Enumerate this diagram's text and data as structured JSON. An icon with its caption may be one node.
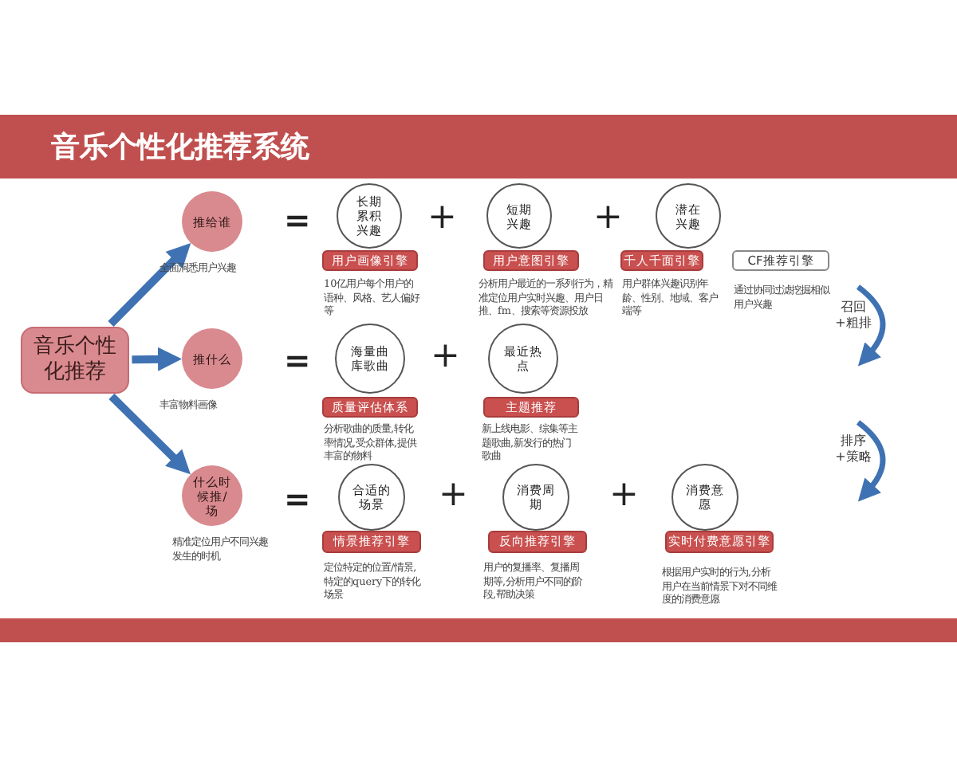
{
  "diagram": {
    "title": "音乐个性化推荐系统",
    "nodes": [
      {
        "text": [
          "音乐个性化推荐"
        ]
      },
      {
        "text": [
          "推给谁"
        ],
        "beside": [
          "全面洞悉用户兴趣"
        ]
      },
      {
        "text": [
          "长期累积兴趣"
        ]
      },
      {
        "text": [
          "短期兴趣"
        ]
      },
      {
        "text": [
          "潜在兴趣"
        ]
      },
      {
        "text": [
          "用户画像引擎"
        ]
      },
      {
        "text": [
          "用户意图引擎"
        ]
      },
      {
        "text": [
          "千人千面引擎"
        ]
      },
      {
        "text": [
          "CF推荐引擎"
        ]
      },
      {
        "text": [
          "推什么"
        ],
        "beside": [
          "丰富物料画像"
        ]
      },
      {
        "text": [
          "海量曲库歌曲"
        ]
      },
      {
        "text": [
          "最近热点"
        ]
      },
      {
        "text": [
          "质量评估体系"
        ]
      },
      {
        "text": [
          "主题推荐"
        ]
      },
      {
        "text": [
          "什么时候推/场"
        ],
        "beside": [
          "精准定位用户不同兴趣发生的时机"
        ]
      },
      {
        "text": [
          "合适的场景"
        ]
      },
      {
        "text": [
          "消费周期"
        ]
      },
      {
        "text": [
          "消费意愿"
        ]
      },
      {
        "text": [
          "情景推荐引擎"
        ]
      },
      {
        "text": [
          "反向推荐引擎"
        ]
      },
      {
        "text": [
          "实时付费意愿引擎"
        ]
      }
    ],
    "edges": [
      {
        "from": 0,
        "to": 1,
        "arrow": "to"
      },
      {
        "from": 0,
        "to": 9,
        "arrow": "to"
      },
      {
        "from": 0,
        "to": 14,
        "arrow": "to"
      }
    ],
    "labels": [
      "=",
      "+",
      "+",
      "10亿用户每个用户的语种、风格、艺人偏好等",
      "分析用户最近的一系列行为，精准定位用户实时兴趣、用户日推、fm、搜索等资源投放",
      "用户群体兴趣识别年龄、性别、地域、客户端等",
      "通过协同过滤挖掘相似用户兴趣",
      "召回+粗排",
      "=",
      "+",
      "分析歌曲的质量,转化率情况,受众群体,提供丰富的物料",
      "新上线电影、综集等主题歌曲,新发行的热门歌曲",
      "排序+策略",
      "=",
      "+",
      "+",
      "定位特定的位置/情景,特定的query下的转化场景",
      "用户的复播率、复播周期等,分析用户不同的阶段,帮助决策",
      "根据用户实时的行为,分析用户在当前情景下对不同维度的消费意愿"
    ]
  }
}
